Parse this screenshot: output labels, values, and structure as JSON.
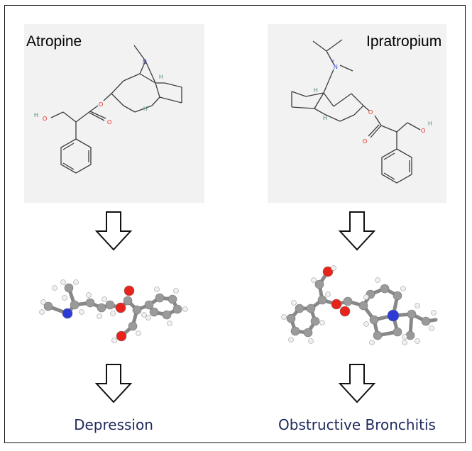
{
  "left": {
    "name": "Atropine",
    "outcome": "Depression",
    "atoms": {
      "O": "O",
      "H": "H",
      "N": "N"
    }
  },
  "right": {
    "name": "Ipratropium",
    "outcome": "Obstructive Bronchitis",
    "atoms": {
      "O": "O",
      "H": "H",
      "N": "N",
      "charge": "+"
    }
  },
  "colors": {
    "border": "#111111",
    "panel_bg": "#f2f2f2",
    "bond": "#3c3c3c",
    "oxygen": "#e8231c",
    "nitrogen": "#2d3bd6",
    "hydrogen_label": "#4b8a72",
    "outcome_text": "#1f2a5c",
    "carbon_ball": "#9a9a9a",
    "h_ball": "#f0f0f0"
  },
  "icons": [
    "down-arrow-icon"
  ]
}
